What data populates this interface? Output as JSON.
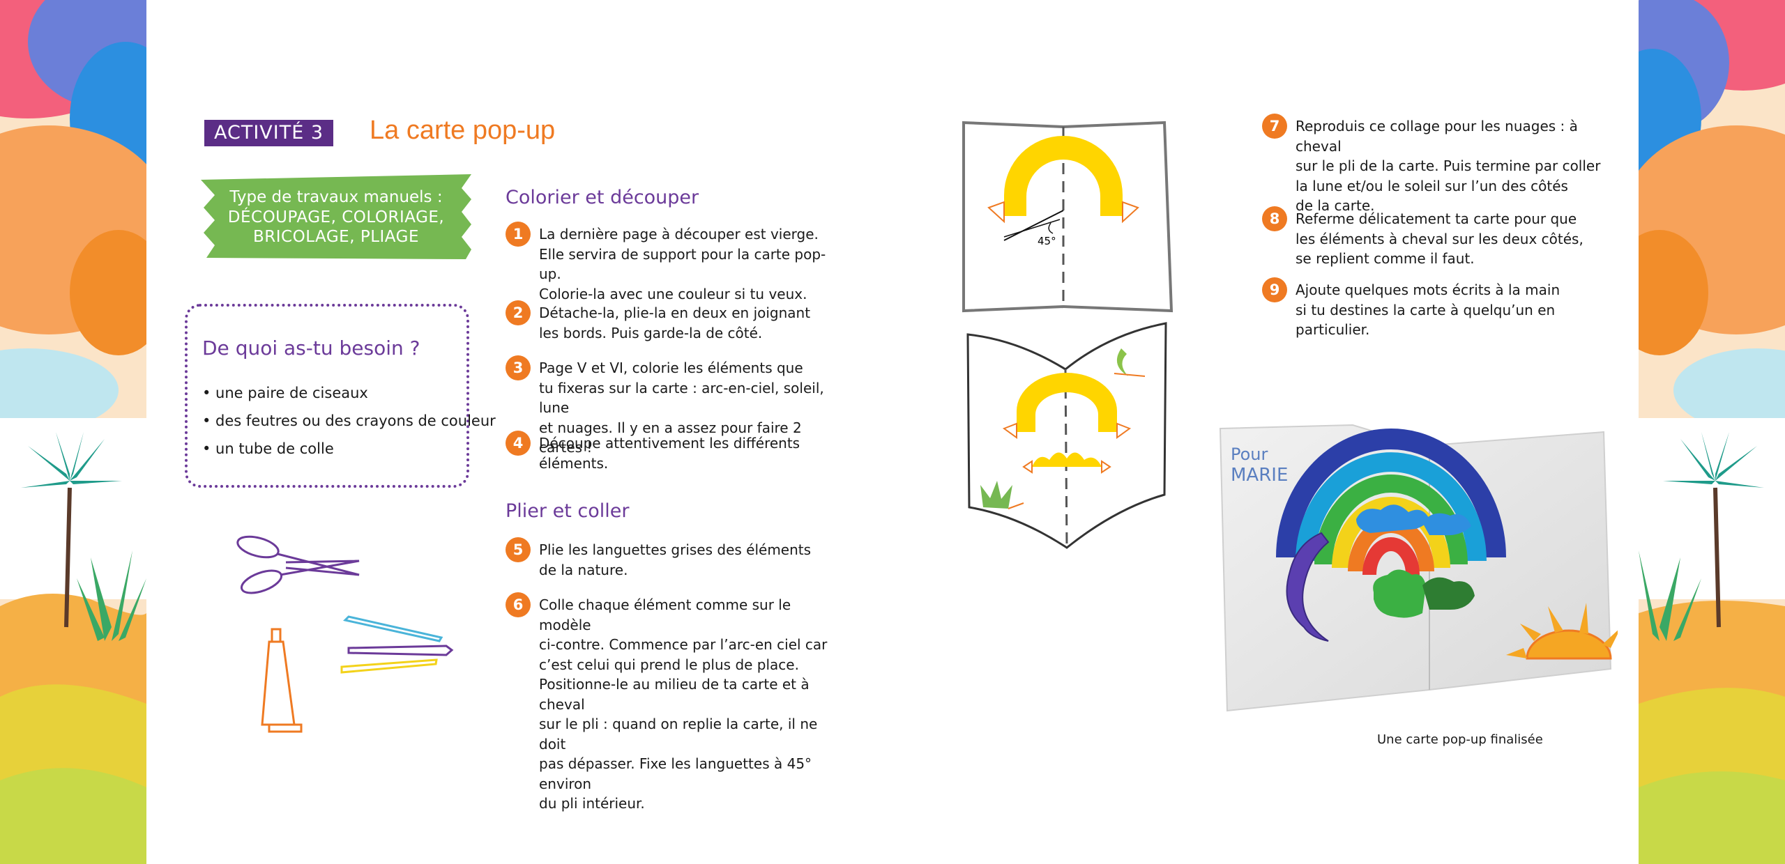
{
  "header": {
    "activity_badge": "ACTIVITÉ 3",
    "title": "La carte pop-up"
  },
  "type_banner": {
    "line1": "Type de travaux manuels :",
    "line2": "DÉCOUPAGE, COLORIAGE,",
    "line3": "BRICOLAGE, PLIAGE"
  },
  "needs": {
    "title": "De quoi as-tu besoin ?",
    "items": [
      "• une paire de ciseaux",
      "• des feutres ou des crayons de couleur",
      "• un tube de colle"
    ]
  },
  "section1": {
    "heading": "Colorier et découper",
    "steps": [
      {
        "num": "1",
        "text": "La dernière page à découper est vierge.\nElle servira de support pour la carte pop-up.\nColorie-la avec une couleur si tu veux."
      },
      {
        "num": "2",
        "text": "Détache-la, plie-la en deux en joignant\nles bords. Puis garde-la de côté."
      },
      {
        "num": "3",
        "text": "Page V et VI, colorie les éléments que\ntu fixeras sur la carte : arc-en-ciel, soleil, lune\net nuages. Il y en a assez pour faire 2 cartes !"
      },
      {
        "num": "4",
        "text": "Découpe attentivement les différents\néléments."
      }
    ]
  },
  "section2": {
    "heading": "Plier et coller",
    "steps": [
      {
        "num": "5",
        "text": "Plie les languettes grises des éléments\nde la nature."
      },
      {
        "num": "6",
        "text": "Colle chaque élément comme sur le modèle\nci-contre. Commence par l’arc-en ciel car\nc’est celui qui prend le plus de place.\nPositionne-le au milieu de ta carte et à cheval\nsur le pli : quand on replie la carte, il ne doit\npas dépasser. Fixe les languettes à 45° environ\ndu pli intérieur."
      }
    ]
  },
  "section3": {
    "steps": [
      {
        "num": "7",
        "text": "Reproduis ce collage pour les nuages : à cheval\nsur le pli de la carte. Puis termine par coller\nla lune et/ou le soleil sur l’un des côtés\nde la carte."
      },
      {
        "num": "8",
        "text": "Referme délicatement ta carte pour que\nles éléments à cheval sur les deux côtés,\nse replient comme il faut."
      },
      {
        "num": "9",
        "text": "Ajoute quelques mots écrits à la main\nsi tu destines la carte à quelqu’un en\nparticulier."
      }
    ]
  },
  "diagram": {
    "angle_label": "45°"
  },
  "photo": {
    "card_text_1": "Pour",
    "card_text_2": "MARIE"
  },
  "caption": "Une carte pop-up finalisée",
  "colors": {
    "purple": "#5b2d86",
    "orange": "#ef7a22",
    "green": "#76b852",
    "yellow": "#ffd500"
  }
}
